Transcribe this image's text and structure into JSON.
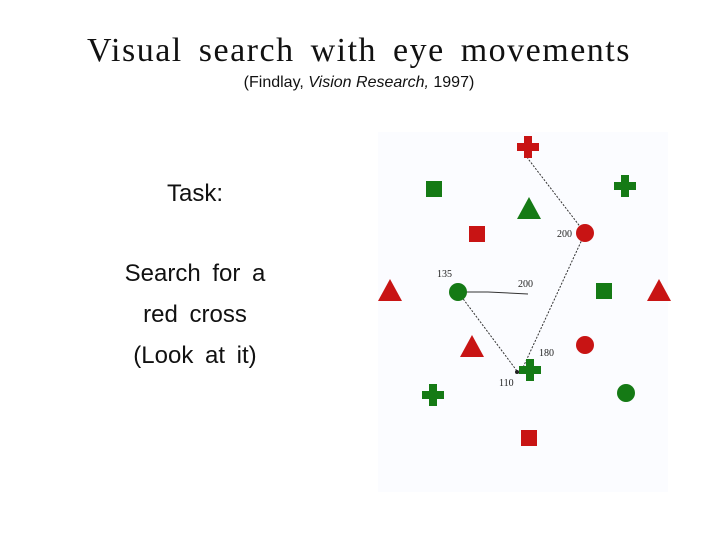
{
  "slide": {
    "title": "Visual search with eye movements",
    "citation": {
      "prefix": "(Findlay, ",
      "journal": "Vision Research,",
      "suffix": " 1997)"
    },
    "task_heading": "Task:",
    "task_lines": [
      "Search for a",
      "red cross",
      "(Look at it)"
    ]
  },
  "figure": {
    "fixation_durations": [
      "135",
      "200",
      "200",
      "180",
      "110"
    ],
    "colors": {
      "red": "#c81414",
      "green": "#157a15",
      "scanpath": "#333333"
    },
    "items": [
      {
        "shape": "cross",
        "color": "red"
      },
      {
        "shape": "square",
        "color": "green"
      },
      {
        "shape": "cross",
        "color": "green"
      },
      {
        "shape": "triangle",
        "color": "green"
      },
      {
        "shape": "square",
        "color": "red"
      },
      {
        "shape": "circle",
        "color": "red"
      },
      {
        "shape": "triangle",
        "color": "red"
      },
      {
        "shape": "circle",
        "color": "green"
      },
      {
        "shape": "square",
        "color": "green"
      },
      {
        "shape": "triangle",
        "color": "red"
      },
      {
        "shape": "triangle",
        "color": "red"
      },
      {
        "shape": "circle",
        "color": "red"
      },
      {
        "shape": "cross",
        "color": "green"
      },
      {
        "shape": "cross",
        "color": "green"
      },
      {
        "shape": "circle",
        "color": "green"
      },
      {
        "shape": "square",
        "color": "red"
      }
    ]
  }
}
